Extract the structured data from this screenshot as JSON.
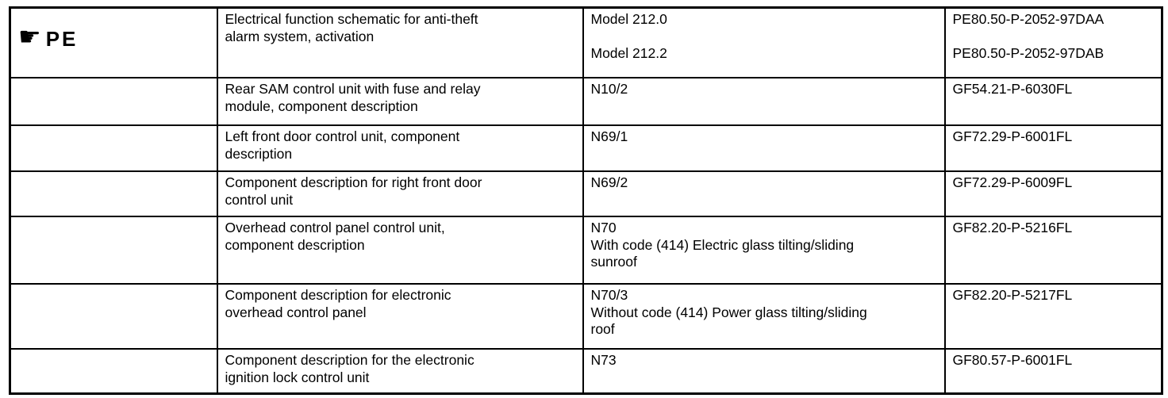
{
  "table": {
    "section": {
      "icon": {
        "name": "pointing-hand-icon",
        "glyph": "☛"
      },
      "label": "PE"
    },
    "rows": [
      {
        "description": "Electrical function schematic for anti-theft\nalarm system, activation",
        "component": "Model 212.0\n\nModel 212.2",
        "document": "PE80.50-P-2052-97DAA\n\nPE80.50-P-2052-97DAB"
      },
      {
        "description": "Rear SAM control unit with fuse and relay\nmodule, component description",
        "component": "N10/2",
        "document": "GF54.21-P-6030FL"
      },
      {
        "description": "Left front door control unit, component\ndescription",
        "component": "N69/1",
        "document": "GF72.29-P-6001FL"
      },
      {
        "description": "Component description for right front door\ncontrol unit",
        "component": "N69/2",
        "document": "GF72.29-P-6009FL"
      },
      {
        "description": "Overhead control panel control unit,\ncomponent description",
        "component": "N70\nWith code (414) Electric glass tilting/sliding\nsunroof",
        "document": "GF82.20-P-5216FL"
      },
      {
        "description": "Component description for electronic\noverhead control panel",
        "component": "N70/3\nWithout code (414) Power glass tilting/sliding\nroof",
        "document": "GF82.20-P-5217FL"
      },
      {
        "description": "Component description for the electronic\nignition lock control unit",
        "component": "N73",
        "document": "GF80.57-P-6001FL"
      }
    ]
  }
}
